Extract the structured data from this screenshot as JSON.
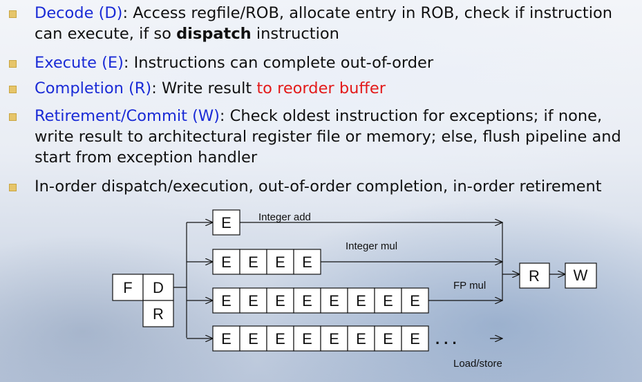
{
  "bullets": [
    {
      "head": "Decode (D)",
      "sep": ": ",
      "body_pre": "Access regfile/ROB, allocate entry in ROB, check if instruction can execute, if so ",
      "body_bold": "dispatch",
      "body_post": " instruction"
    },
    {
      "head": "Execute (E)",
      "sep": ": ",
      "body": "Instructions can complete out-of-order"
    },
    {
      "head": "Completion (R)",
      "sep": ": ",
      "body": "Write result ",
      "body_red": "to reorder buffer"
    },
    {
      "head": "Retirement/Commit (W)",
      "sep": ": ",
      "body": "Check oldest instruction for exceptions; if none, write result to architectural register file or memory; else, flush pipeline and start from exception handler"
    },
    {
      "summary": "In-order dispatch/execution, out-of-order completion, in-order retirement"
    }
  ],
  "diagram": {
    "fetch_label": "F",
    "decode_label": "D",
    "rename_label": "R",
    "execute_label": "E",
    "complete_label": "R",
    "writeback_label": "W",
    "ellipsis": ". . .",
    "pipes": [
      {
        "name": "Integer add",
        "stages": 1
      },
      {
        "name": "Integer mul",
        "stages": 4
      },
      {
        "name": "FP mul",
        "stages": 8
      },
      {
        "name": "Load/store",
        "stages": 8
      }
    ]
  }
}
